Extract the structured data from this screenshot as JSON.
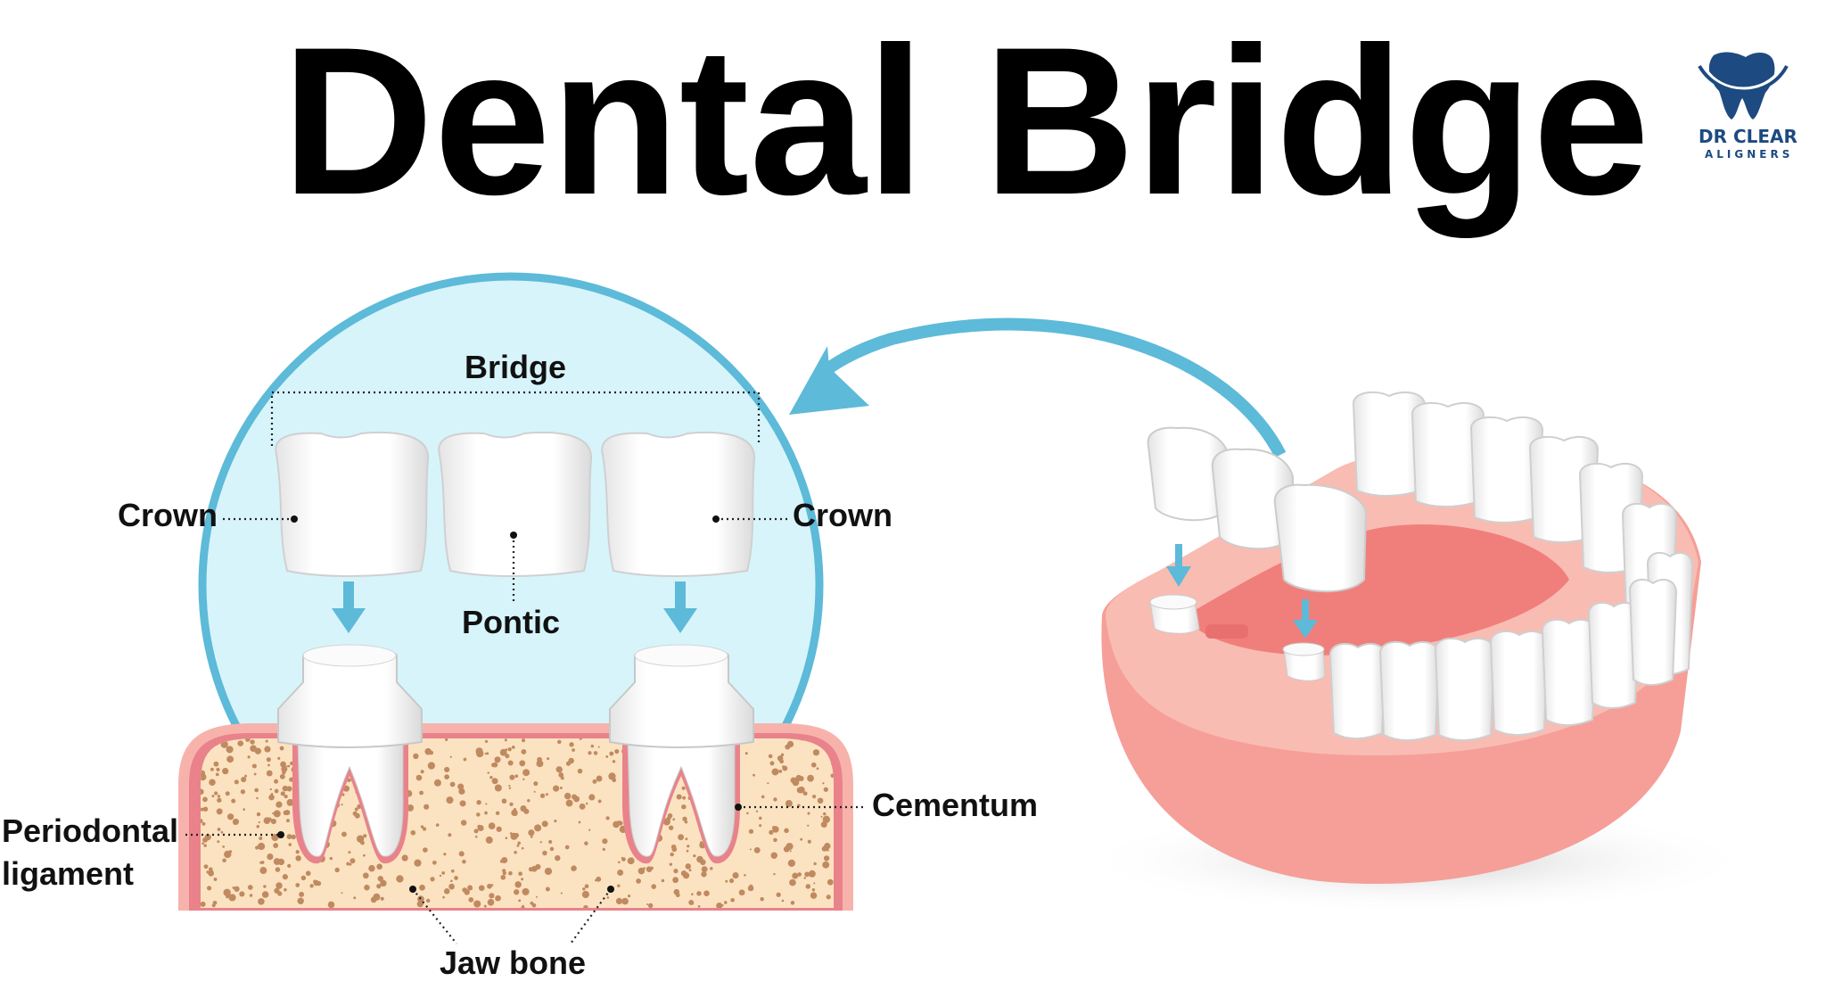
{
  "title": "Dental Bridge",
  "logo": {
    "line1": "DR CLEAR",
    "line2": "ALIGNERS"
  },
  "labels": {
    "bridge": "Bridge",
    "crown_left": "Crown",
    "crown_right": "Crown",
    "pontic": "Pontic",
    "periodontal_line1": "Periodontal",
    "periodontal_line2": "ligament",
    "cementum": "Cementum",
    "jaw_bone": "Jaw bone"
  },
  "colors": {
    "accent": "#5dbad8",
    "circle_fill": "#d7f4fb",
    "gum": "#f2928c",
    "bone": "#fbe3c2",
    "logo": "#1d4a80"
  }
}
